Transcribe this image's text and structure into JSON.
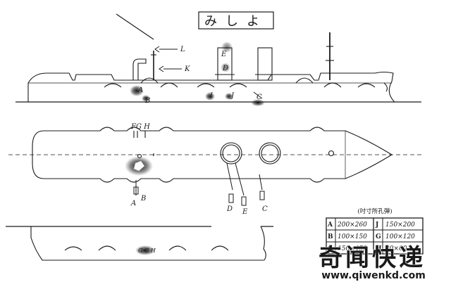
{
  "title": "みしよ",
  "labels": {
    "L": "L",
    "K": "K",
    "E": "E",
    "D": "D",
    "A": "A",
    "B": "B",
    "I": "I",
    "J": "J",
    "C": "C",
    "FGH": "FG H",
    "plan_A": "A",
    "plan_B": "B",
    "plan_D": "D",
    "plan_E": "E",
    "plan_C": "C",
    "lower_labels": "G G H"
  },
  "legend": {
    "title": "(吋寸所孔弾)",
    "rows": [
      {
        "k1": "A",
        "v1": "200×260",
        "k2": "J",
        "v2": "150×200"
      },
      {
        "k1": "B",
        "v1": "100×150",
        "k2": "G",
        "v2": "100×120"
      },
      {
        "k1": "C",
        "v1": "150×450",
        "k2": "H",
        "v2": "80×60"
      }
    ]
  },
  "watermark": {
    "title": "奇闻快递",
    "url": "www.qiwenkd.com"
  },
  "colors": {
    "ink": "#1a1a1a",
    "watermark": "#000000"
  }
}
